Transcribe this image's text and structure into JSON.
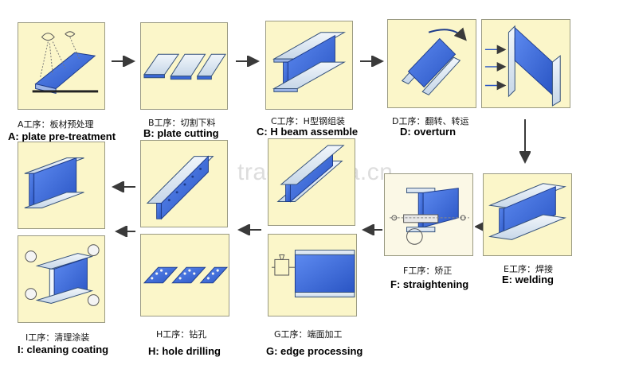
{
  "watermark": "trade.china.cn",
  "steps": {
    "a": {
      "cn": "A工序：板材预处理",
      "en": "A: plate pre-treatment"
    },
    "b": {
      "cn": "B工序：切割下料",
      "en": "B: plate cutting"
    },
    "c": {
      "cn": "C工序：H型钢组装",
      "en": "C: H beam assemble"
    },
    "d": {
      "cn": "D工序：翻转、转运",
      "en": "D: overturn"
    },
    "e": {
      "cn": "E工序：焊接",
      "en": "E: welding"
    },
    "f": {
      "cn": "F工序：矫正",
      "en": "F: straightening"
    },
    "g": {
      "cn": "G工序：端面加工",
      "en": "G: edge processing"
    },
    "h": {
      "cn": "H工序：钻孔",
      "en": "H: hole drilling"
    },
    "i": {
      "cn": "I工序：清理涂装",
      "en": "I: cleaning coating"
    }
  },
  "colors": {
    "panel": "#fbf6c9",
    "steel_blue": "#3a68d8",
    "steel_light": "#dfe9f3",
    "arrow": "#3a3a3a"
  }
}
